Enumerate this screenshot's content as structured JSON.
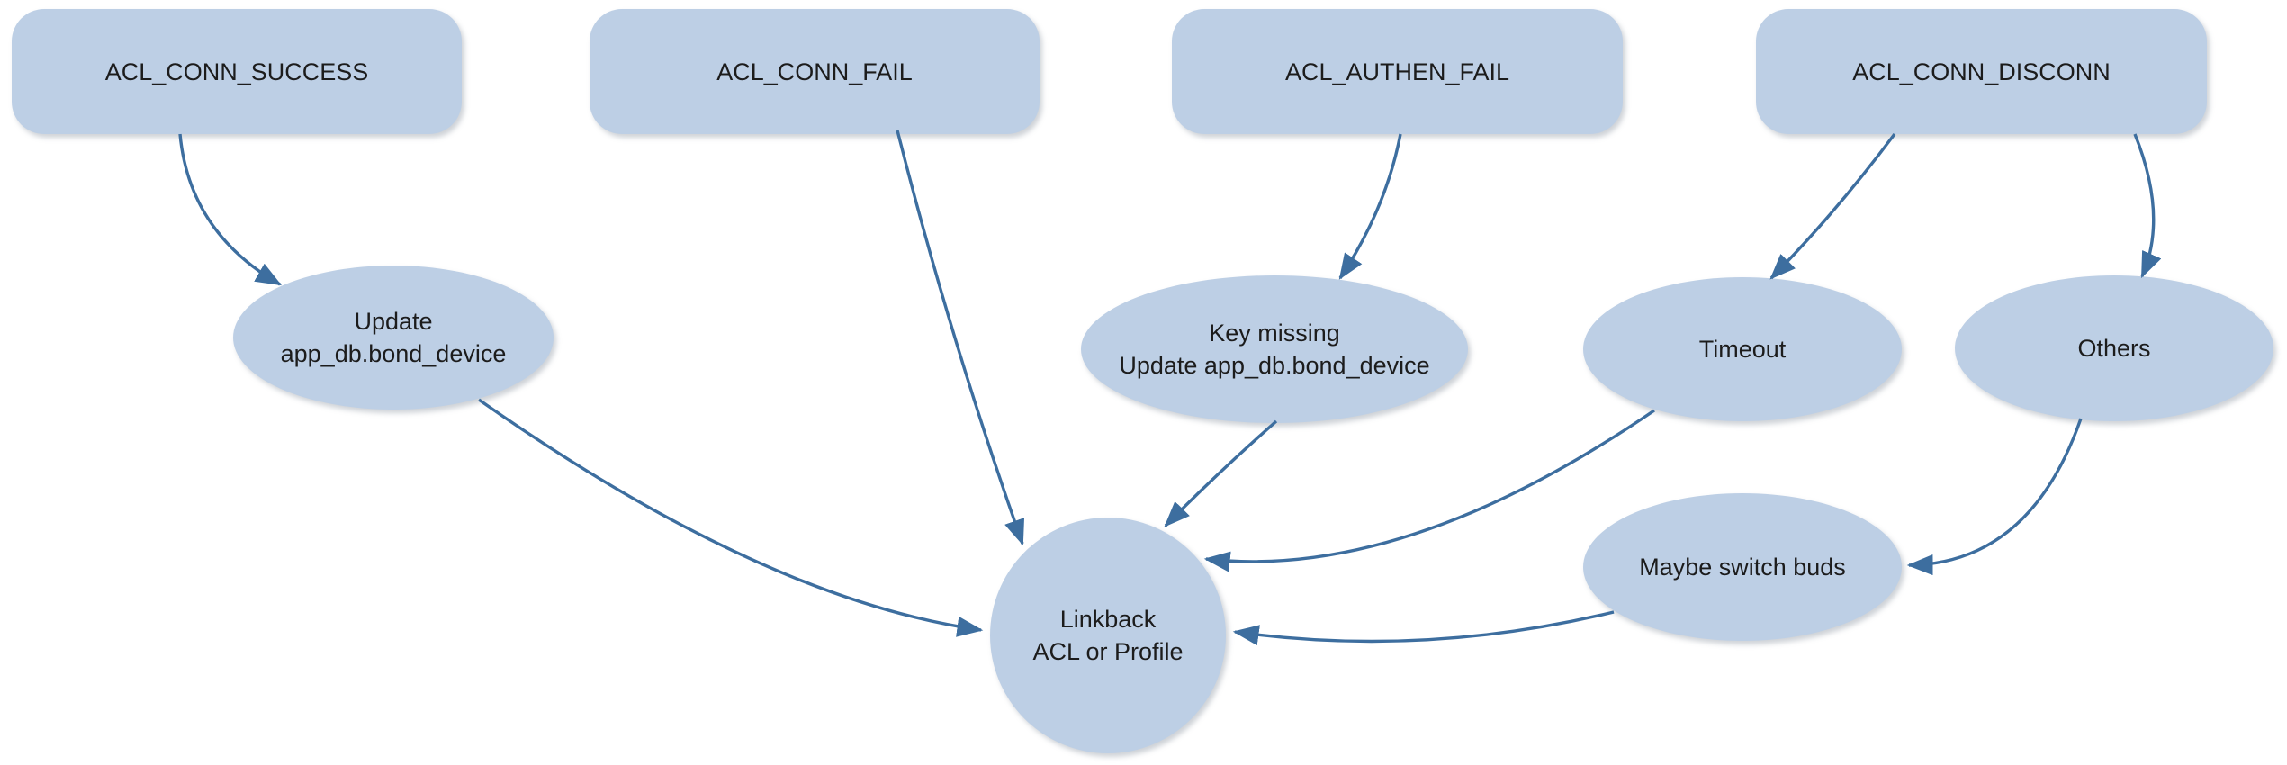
{
  "diagram": {
    "colors": {
      "node_fill": "#BDCFE5",
      "arrow": "#3D6E9F",
      "text": "#1C1C1C",
      "background": "#FFFFFF"
    },
    "events": [
      {
        "id": "acl_conn_success",
        "label": "ACL_CONN_SUCCESS"
      },
      {
        "id": "acl_conn_fail",
        "label": "ACL_CONN_FAIL"
      },
      {
        "id": "acl_authen_fail",
        "label": "ACL_AUTHEN_FAIL"
      },
      {
        "id": "acl_conn_disconn",
        "label": "ACL_CONN_DISCONN"
      }
    ],
    "actions": [
      {
        "id": "update_bond_device",
        "lines": [
          "Update",
          "app_db.bond_device"
        ]
      },
      {
        "id": "key_missing_update_bond_device",
        "lines": [
          "Key missing",
          "Update app_db.bond_device"
        ]
      },
      {
        "id": "timeout",
        "lines": [
          "Timeout"
        ]
      },
      {
        "id": "others",
        "lines": [
          "Others"
        ]
      },
      {
        "id": "maybe_switch_buds",
        "lines": [
          "Maybe switch buds"
        ]
      }
    ],
    "sink": {
      "id": "linkback_acl_or_profile",
      "lines": [
        "Linkback",
        "ACL or Profile"
      ]
    },
    "edges": [
      {
        "from": "ACL_CONN_SUCCESS",
        "to": "Update app_db.bond_device"
      },
      {
        "from": "ACL_CONN_FAIL",
        "to": "Linkback ACL or Profile"
      },
      {
        "from": "ACL_AUTHEN_FAIL",
        "to": "Key missing Update app_db.bond_device"
      },
      {
        "from": "ACL_CONN_DISCONN",
        "to": "Timeout"
      },
      {
        "from": "ACL_CONN_DISCONN",
        "to": "Others"
      },
      {
        "from": "Update app_db.bond_device",
        "to": "Linkback ACL or Profile"
      },
      {
        "from": "Key missing Update app_db.bond_device",
        "to": "Linkback ACL or Profile"
      },
      {
        "from": "Timeout",
        "to": "Linkback ACL or Profile"
      },
      {
        "from": "Others",
        "to": "Maybe switch buds"
      },
      {
        "from": "Maybe switch buds",
        "to": "Linkback ACL or Profile"
      }
    ]
  }
}
